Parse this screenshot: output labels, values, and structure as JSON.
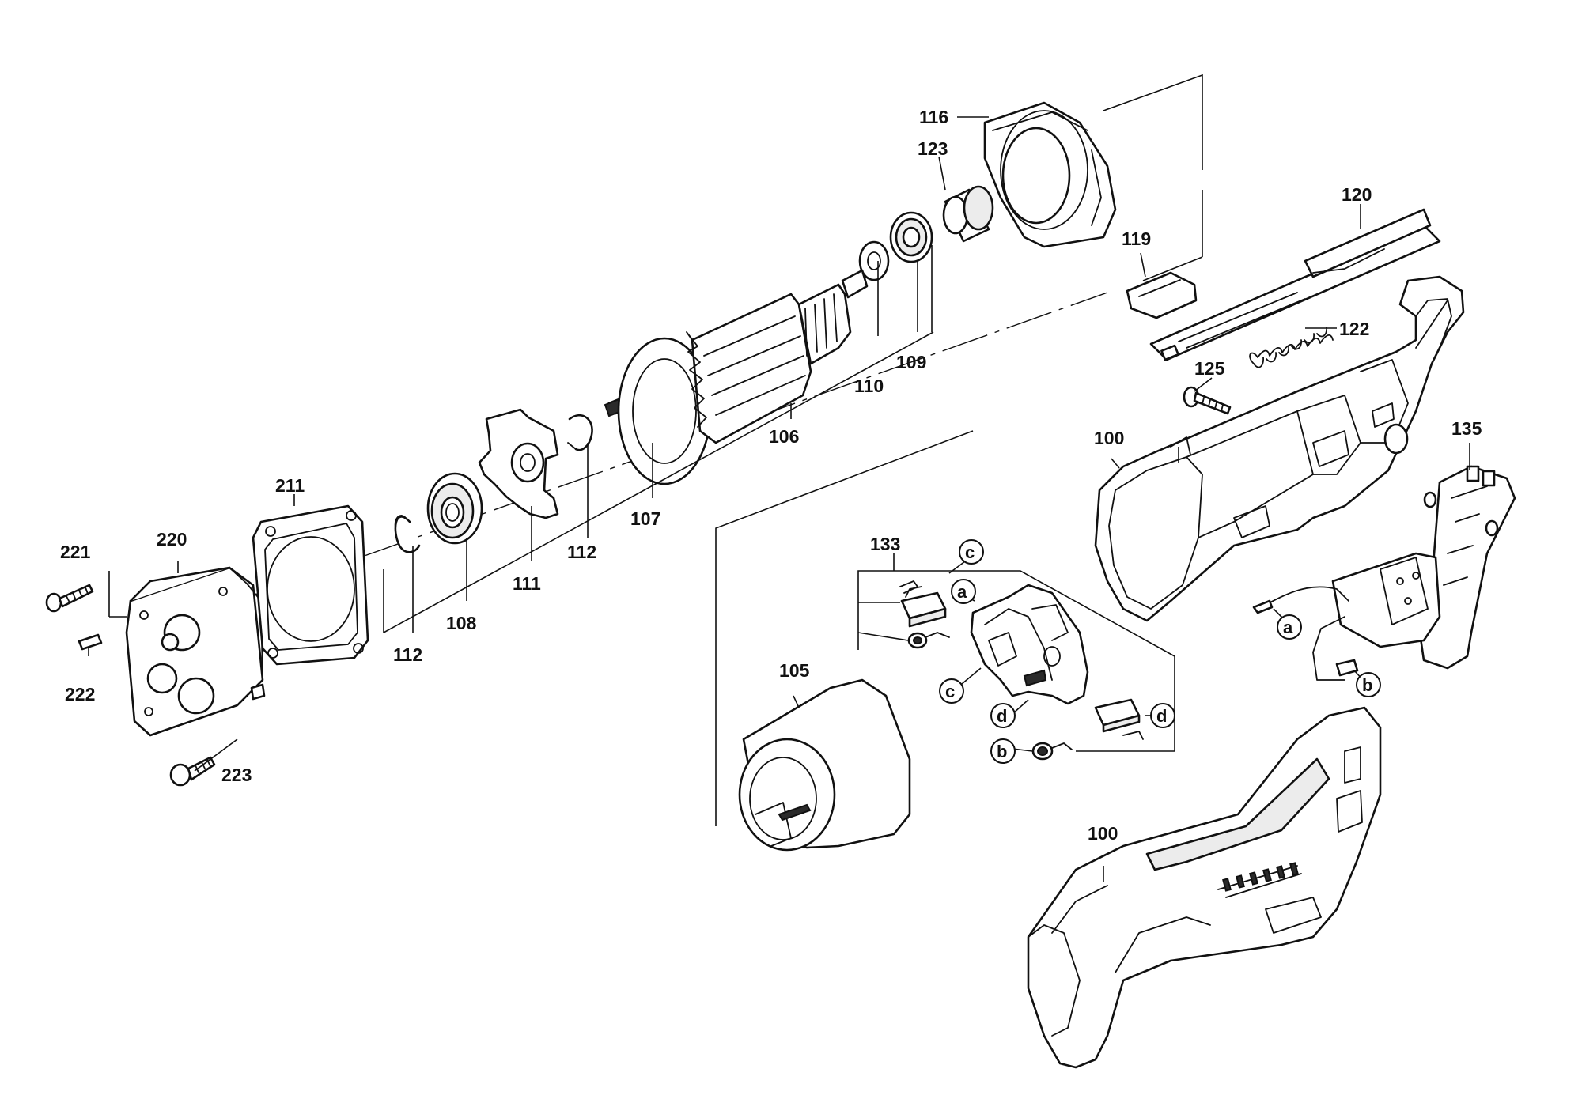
{
  "labels": {
    "p100a": "100",
    "p100b": "100",
    "p105": "105",
    "p106": "106",
    "p107": "107",
    "p108": "108",
    "p109": "109",
    "p110": "110",
    "p111": "111",
    "p112a": "112",
    "p112b": "112",
    "p116": "116",
    "p119": "119",
    "p120": "120",
    "p122": "122",
    "p123": "123",
    "p125": "125",
    "p133": "133",
    "p135": "135",
    "p211": "211",
    "p220": "220",
    "p221": "221",
    "p222": "222",
    "p223": "223"
  },
  "connectors": {
    "a1": "a",
    "a2": "a",
    "b1": "b",
    "b2": "b",
    "c1": "c",
    "c2": "c",
    "d1": "d",
    "d2": "d"
  }
}
